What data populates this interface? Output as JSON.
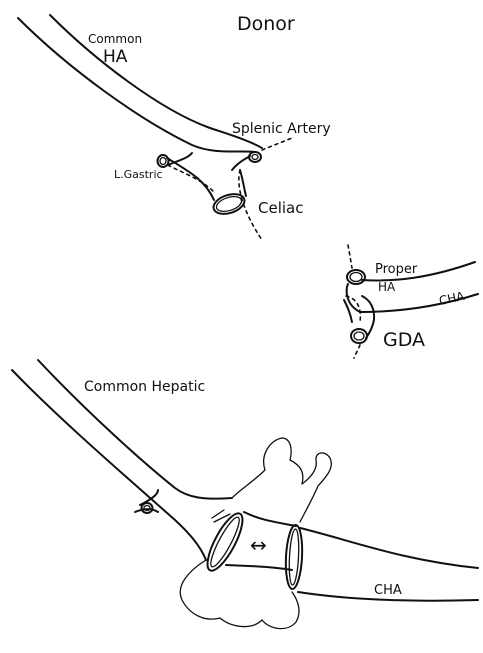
{
  "labels": {
    "donor": "Donor",
    "common_ha_line1": "Common",
    "common_ha_line2": "HA",
    "splenic_artery": "Splenic Artery",
    "l_gastric": "L.Gastric",
    "celiac": "Celiac",
    "proper_ha_line1": "Proper",
    "proper_ha_line2": "HA",
    "cha_top": "CHA",
    "gda": "GDA",
    "common_hepatic": "Common Hepatic",
    "arrow": "↔",
    "cha_bottom": "CHA"
  }
}
